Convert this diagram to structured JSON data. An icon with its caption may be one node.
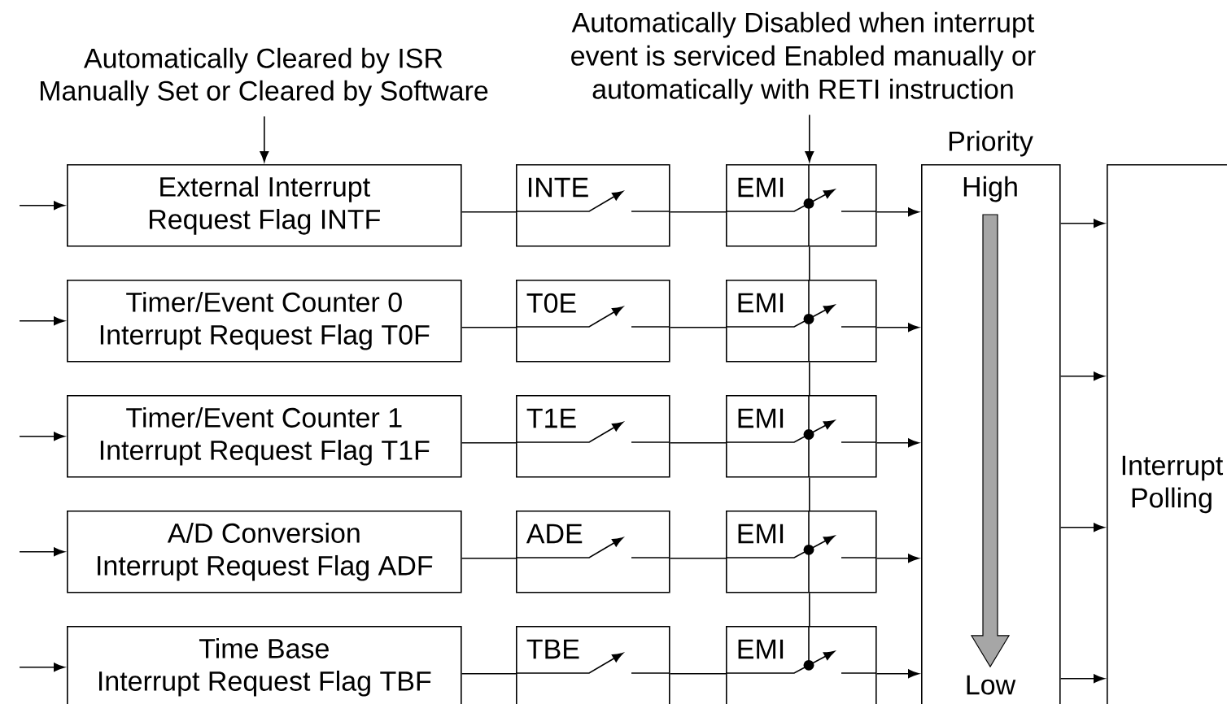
{
  "diagram": {
    "nodes": [
      {
        "text": [
          "Automatically Cleared by ISR Manually Set or Cleared by Software"
        ]
      },
      {
        "text": [
          "Automatically Disabled when interrupt event is serviced Enabled manually or automatically with RETI instruction"
        ]
      },
      {
        "text": [
          "External Interrupt Request Flag INTF"
        ]
      },
      {
        "text": [
          "INTE"
        ]
      },
      {
        "text": [
          "EMI"
        ]
      },
      {
        "text": [
          "Timer/Event Counter 0 Interrupt Request Flag T0F"
        ]
      },
      {
        "text": [
          "T0E"
        ]
      },
      {
        "text": [
          "EMI"
        ]
      },
      {
        "text": [
          "Timer/Event Counter 1 Interrupt Request Flag T1F"
        ]
      },
      {
        "text": [
          "T1E"
        ]
      },
      {
        "text": [
          "EMI"
        ]
      },
      {
        "text": [
          "A/D Conversion Interrupt Request Flag ADF"
        ]
      },
      {
        "text": [
          "ADE"
        ]
      },
      {
        "text": [
          "EMI"
        ]
      },
      {
        "text": [
          "Time Base Interrupt Request Flag TBF"
        ]
      },
      {
        "text": [
          "TBE"
        ]
      },
      {
        "text": [
          "EMI"
        ]
      },
      {
        "text": [
          "Priority",
          "High",
          "Low"
        ]
      },
      {
        "text": [
          "Interrupt Polling"
        ]
      }
    ],
    "edges": [
      {
        "from": null,
        "to": 2,
        "arrow": "to"
      },
      {
        "from": 2,
        "to": 3,
        "arrow": "none"
      },
      {
        "from": 3,
        "to": 4,
        "arrow": "none"
      },
      {
        "from": 4,
        "to": 17,
        "arrow": "to"
      },
      {
        "from": null,
        "to": 5,
        "arrow": "to"
      },
      {
        "from": 5,
        "to": 6,
        "arrow": "none"
      },
      {
        "from": 6,
        "to": 7,
        "arrow": "none"
      },
      {
        "from": 7,
        "to": 17,
        "arrow": "to"
      },
      {
        "from": null,
        "to": 8,
        "arrow": "to"
      },
      {
        "from": 8,
        "to": 9,
        "arrow": "none"
      },
      {
        "from": 9,
        "to": 10,
        "arrow": "none"
      },
      {
        "from": 10,
        "to": 17,
        "arrow": "to"
      },
      {
        "from": null,
        "to": 11,
        "arrow": "to"
      },
      {
        "from": 11,
        "to": 12,
        "arrow": "none"
      },
      {
        "from": 12,
        "to": 13,
        "arrow": "none"
      },
      {
        "from": 13,
        "to": 17,
        "arrow": "to"
      },
      {
        "from": null,
        "to": 14,
        "arrow": "to"
      },
      {
        "from": 14,
        "to": 15,
        "arrow": "none"
      },
      {
        "from": 15,
        "to": 16,
        "arrow": "none"
      },
      {
        "from": 16,
        "to": 17,
        "arrow": "to"
      },
      {
        "from": 0,
        "to": 2,
        "arrow": "to"
      },
      {
        "from": 1,
        "to": 4,
        "arrow": "to"
      },
      {
        "from": 4,
        "to": 7,
        "arrow": "none"
      },
      {
        "from": 7,
        "to": 10,
        "arrow": "none"
      },
      {
        "from": 10,
        "to": 13,
        "arrow": "none"
      },
      {
        "from": 13,
        "to": 16,
        "arrow": "none"
      },
      {
        "from": 17,
        "to": 18,
        "arrow": "to"
      },
      {
        "from": 17,
        "to": 18,
        "arrow": "to"
      },
      {
        "from": 17,
        "to": 18,
        "arrow": "to"
      },
      {
        "from": 17,
        "to": 18,
        "arrow": "to"
      }
    ]
  }
}
